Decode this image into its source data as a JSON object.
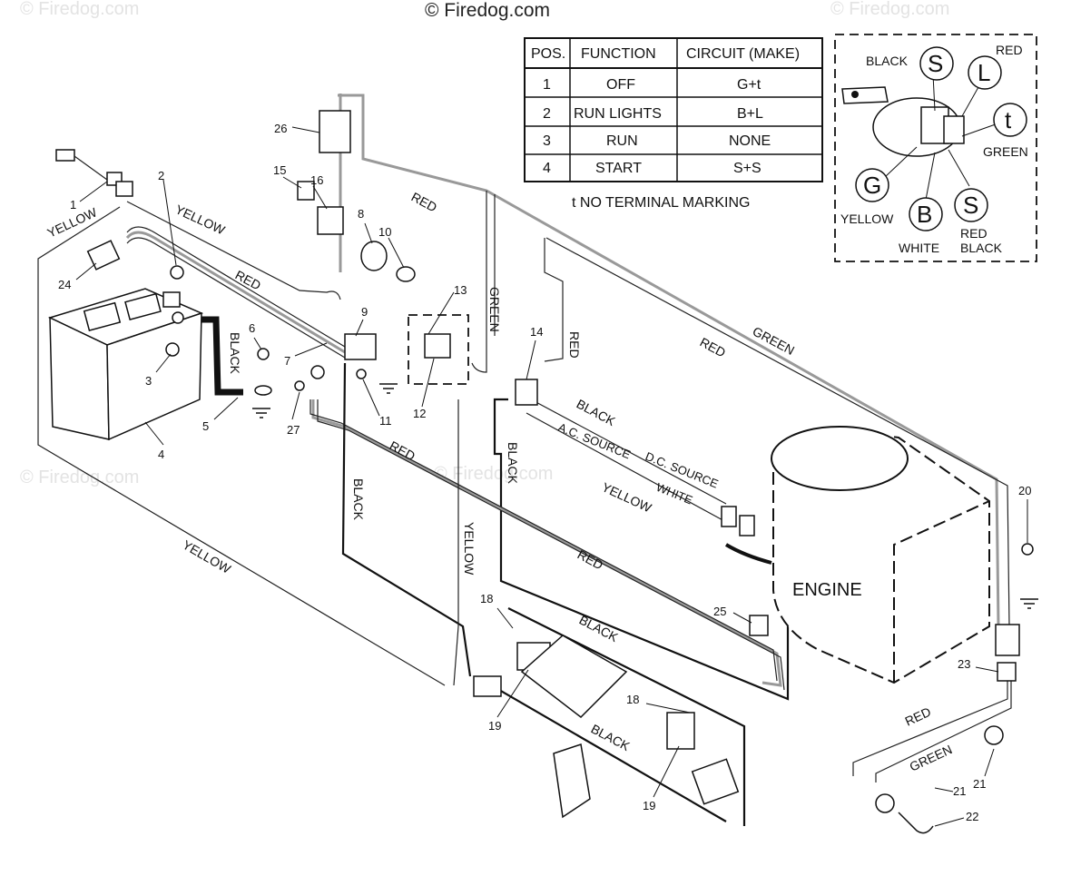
{
  "watermarks": {
    "top_center": "© Firedog.com",
    "faint": "© Firedog.com"
  },
  "switch_table": {
    "headers": [
      "POS.",
      "FUNCTION",
      "CIRCUIT  (MAKE)"
    ],
    "rows": [
      [
        "1",
        "OFF",
        "G+t"
      ],
      [
        "2",
        "RUN LIGHTS",
        "B+L"
      ],
      [
        "3",
        "RUN",
        "NONE"
      ],
      [
        "4",
        "START",
        "S+S"
      ]
    ],
    "note": "t  NO TERMINAL MARKING"
  },
  "ignition_inset": {
    "terminals": {
      "S_top": "S",
      "L": "L",
      "t": "t",
      "G": "G",
      "B": "B",
      "S_bottom": "S"
    },
    "wire_labels": {
      "black": "BLACK",
      "red": "RED",
      "green": "GREEN",
      "yellow": "YELLOW",
      "white": "WHITE",
      "red_black_1": "RED",
      "red_black_2": "BLACK"
    }
  },
  "wire_labels": {
    "yellow_1": "YELLOW",
    "yellow_2": "YELLOW",
    "yellow_3": "YELLOW",
    "yellow_4": "YELLOW",
    "yellow_5": "YELLOW",
    "red_1": "RED",
    "red_2": "RED",
    "red_3": "RED",
    "red_4": "RED",
    "red_5": "RED",
    "red_6": "RED",
    "red_7": "RED",
    "green_1": "GREEN",
    "green_2": "GREEN",
    "green_3": "GREEN",
    "black_1": "BLACK",
    "black_2": "BLACK",
    "black_3": "BLACK",
    "black_4": "BLACK",
    "black_5": "BLACK",
    "black_6": "BLACK",
    "ac_source": "A.C. SOURCE",
    "dc_source": "D.C. SOURCE",
    "white": "WHITE",
    "engine": "ENGINE"
  },
  "part_numbers": {
    "p1": "1",
    "p2": "2",
    "p3": "3",
    "p4": "4",
    "p5": "5",
    "p6": "6",
    "p7": "7",
    "p8": "8",
    "p9": "9",
    "p10": "10",
    "p11": "11",
    "p12": "12",
    "p13": "13",
    "p14": "14",
    "p15": "15",
    "p16": "16",
    "p18a": "18",
    "p18b": "18",
    "p19a": "19",
    "p19b": "19",
    "p20": "20",
    "p21a": "21",
    "p21b": "21",
    "p22": "22",
    "p23": "23",
    "p24": "24",
    "p25": "25",
    "p26": "26",
    "p27": "27"
  }
}
